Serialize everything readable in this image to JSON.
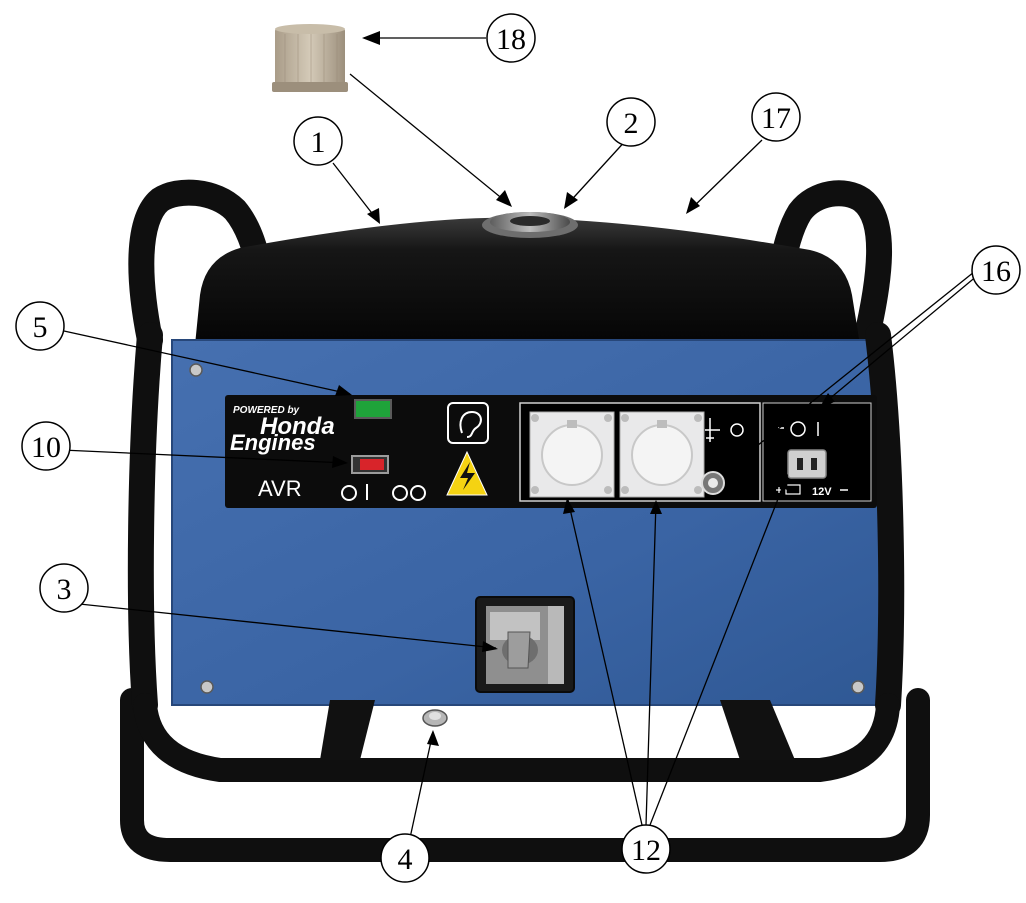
{
  "callouts": [
    {
      "id": "1",
      "label": "1"
    },
    {
      "id": "2",
      "label": "2"
    },
    {
      "id": "3",
      "label": "3"
    },
    {
      "id": "4",
      "label": "4"
    },
    {
      "id": "5",
      "label": "5"
    },
    {
      "id": "10",
      "label": "10"
    },
    {
      "id": "12",
      "label": "12"
    },
    {
      "id": "16",
      "label": "16"
    },
    {
      "id": "17",
      "label": "17"
    },
    {
      "id": "18",
      "label": "18"
    }
  ],
  "panel": {
    "powered_by": "POWERED by",
    "brand_line1": "Honda",
    "brand_line2": "Engines",
    "avr": "AVR",
    "dc_voltage": "12V"
  },
  "colors": {
    "frame": "#0f0f0f",
    "body_blue": "#3a64a4",
    "tank": "#141414",
    "panel": "#0c0c0c",
    "socket": "#e9e9ea",
    "indicator_green": "#1fa33a",
    "indicator_red": "#d8242a",
    "warning_yellow": "#f5d312"
  },
  "icons": [
    "fuel-filter-icon",
    "ear-protection-icon",
    "lightning-warning-icon",
    "ground-terminal-icon",
    "battery-icon"
  ]
}
